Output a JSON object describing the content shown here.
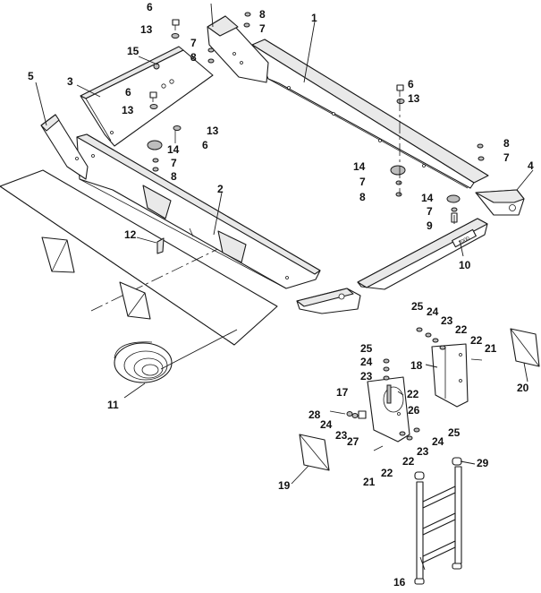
{
  "diagram": {
    "callouts": {
      "c1": "1",
      "c2": "2",
      "c3": "3",
      "c4": "4",
      "c5": "5",
      "c6a": "6",
      "c6b": "6",
      "c6c": "6",
      "c6d": "6",
      "c7a": "7",
      "c7b": "7",
      "c7c": "7",
      "c7d": "7",
      "c7e": "7",
      "c7f": "7",
      "c8a": "8",
      "c8b": "8",
      "c8c": "8",
      "c8d": "8",
      "c8e": "8",
      "c9": "9",
      "c10": "10",
      "c11": "11",
      "c12": "12",
      "c13a": "13",
      "c13b": "13",
      "c13c": "13",
      "c13d": "13",
      "c14a": "14",
      "c14b": "14",
      "c14c": "14",
      "c15": "15",
      "c16": "16",
      "c17": "17",
      "c18": "18",
      "c19": "19",
      "c20": "20",
      "c21a": "21",
      "c21b": "21",
      "c22a": "22",
      "c22b": "22",
      "c22c": "22",
      "c22d": "22",
      "c22e": "22",
      "c23a": "23",
      "c23b": "23",
      "c23c": "23",
      "c23d": "23",
      "c24a": "24",
      "c24b": "24",
      "c24c": "24",
      "c24d": "24",
      "c25a": "25",
      "c25b": "25",
      "c25c": "25",
      "c26": "26",
      "c27": "27",
      "c28": "28",
      "c29": "29"
    },
    "decal_text": "1000"
  }
}
